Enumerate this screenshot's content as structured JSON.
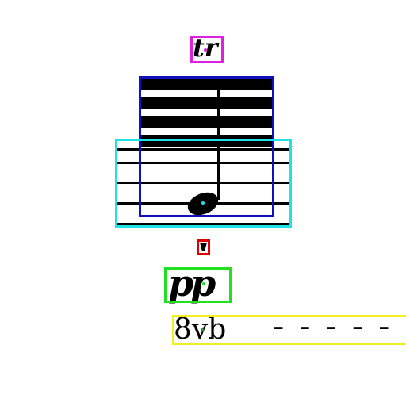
{
  "colors": {
    "background": "#ffffff",
    "ink": "#000000",
    "trill_box": "#e020e0",
    "beam_box": "#1010c0",
    "staff_box": "#20e0e8",
    "accent_box": "#e00000",
    "dynamic_box": "#20e020",
    "octave_box": "#f0f020"
  },
  "symbols": {
    "trill": {
      "text": "tr",
      "icon": "trill-ornament"
    },
    "notehead": {
      "icon": "filled-notehead"
    },
    "accent": {
      "icon": "staccatissimo-mark"
    },
    "dynamic": {
      "text": "pp",
      "icon": "dynamic-pianissimo"
    },
    "octave": {
      "text": "8vb",
      "dashes": "– – – – –",
      "icon": "octave-bassa-line"
    }
  }
}
